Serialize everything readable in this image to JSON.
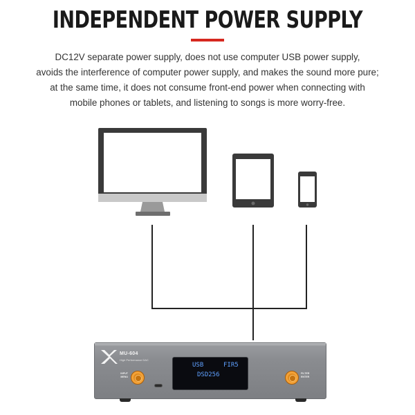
{
  "header": {
    "title": "INDEPENDENT POWER SUPPLY",
    "accent_color": "#d6281f"
  },
  "description": {
    "lines": [
      "DC12V separate power supply, does not use computer USB power supply,",
      "avoids the interference of computer power supply, and makes the sound more pure;",
      "at the same time, it does not consume front-end power when connecting with",
      "mobile phones or tablets, and listening to songs is more worry-free."
    ]
  },
  "devices": [
    "desktop-monitor",
    "tablet",
    "smartphone"
  ],
  "dac": {
    "model": "MU-604",
    "subtitle": "High Performance DAC",
    "left_button": [
      "INPUT",
      "MENU"
    ],
    "right_button": [
      "FILTER",
      "ENTER"
    ],
    "screen": {
      "input": "USB",
      "filter": "FIR5",
      "format": "DSD256",
      "text_color": "#5fa0ff"
    },
    "knob_color": "#e08a1c"
  }
}
